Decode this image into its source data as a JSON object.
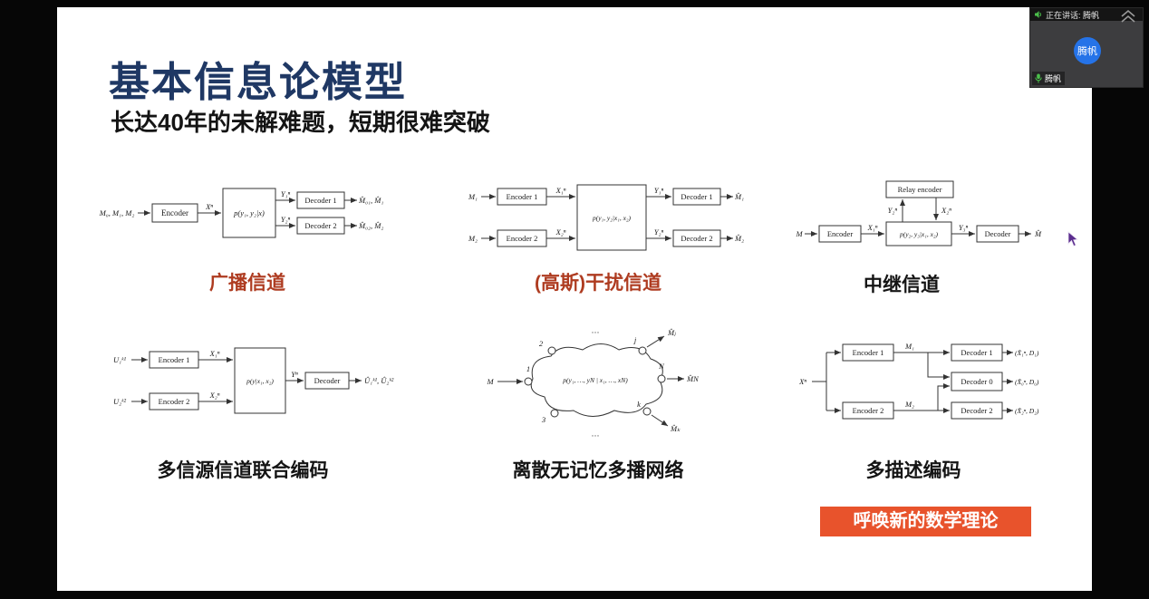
{
  "meeting": {
    "speaking_label": "正在讲话: 腾帆",
    "participant_name": "腾帆",
    "avatar_text": "腾帆"
  },
  "slide": {
    "title": "基本信息论模型",
    "subtitle": "长达40年的未解难题，短期很难突破",
    "banner": "呼唤新的数学理论"
  },
  "labels": {
    "broadcast": "广播信道",
    "interference": "(高斯)干扰信道",
    "relay": "中继信道",
    "multisource": "多信源信道联合编码",
    "multicast": "离散无记忆多播网络",
    "multidesc": "多描述编码"
  },
  "diagrams": {
    "broadcast": {
      "in": "M₀, M₁, M₂",
      "enc": "Encoder",
      "x": "Xⁿ",
      "ch": "p(y₁, y₂|x)",
      "y1": "Y₁ⁿ",
      "y2": "Y₂ⁿ",
      "dec1": "Decoder 1",
      "dec2": "Decoder 2",
      "out1": "M̂₀₁, M̂₁",
      "out2": "M̂₀₂, M̂₂"
    },
    "interference": {
      "in1": "M₁",
      "in2": "M₂",
      "enc1": "Encoder 1",
      "enc2": "Encoder 2",
      "x1": "X₁ⁿ",
      "x2": "X₂ⁿ",
      "ch": "p(y₁, y₂|x₁, x₂)",
      "y1": "Y₁ⁿ",
      "y2": "Y₂ⁿ",
      "dec1": "Decoder 1",
      "dec2": "Decoder 2",
      "out1": "M̂₁",
      "out2": "M̂₂"
    },
    "relay": {
      "relay": "Relay encoder",
      "y2": "Y₂ⁿ",
      "x2": "X₂ⁿ",
      "in": "M",
      "enc": "Encoder",
      "x1": "X₁ⁿ",
      "ch": "p(y₂, y₃|x₁, x₂)",
      "y3": "Y₃ⁿ",
      "dec": "Decoder",
      "out": "M̂"
    },
    "multisource": {
      "in1": "U₁ᵏ¹",
      "in2": "U₂ᵏ²",
      "enc1": "Encoder 1",
      "enc2": "Encoder 2",
      "x1": "X₁ⁿ",
      "x2": "X₂ⁿ",
      "ch": "p(y|x₁, x₂)",
      "y": "Yⁿ",
      "dec": "Decoder",
      "out": "Û₁ᵏ¹, Û₂ᵏ²"
    },
    "multicast": {
      "in": "M",
      "ch": "p(y₁, …, yN | x₁, …, xN)",
      "n1": "1",
      "n2": "2",
      "n3": "3",
      "nj": "j",
      "nN": "N",
      "nk": "k",
      "outj": "M̂ⱼ",
      "outN": "M̂N",
      "outk": "M̂ₖ",
      "dots_top": "···",
      "dots_bottom": "···"
    },
    "multidesc": {
      "in": "Xⁿ",
      "enc1": "Encoder 1",
      "enc2": "Encoder 2",
      "m1": "M₁",
      "m2": "M₂",
      "dec1": "Decoder 1",
      "dec0": "Decoder 0",
      "dec2": "Decoder 2",
      "out1": "(X̂₁ⁿ, D₁)",
      "out0": "(X̂₀ⁿ, D₀)",
      "out2": "(X̂₂ⁿ, D₂)"
    }
  },
  "icons": {
    "speaker-icon": "green speaker glyph",
    "mic-icon": "green microphone glyph",
    "collapse-icon": "double chevron up",
    "cursor": "purple pointer arrow"
  },
  "colors": {
    "title": "#1f3864",
    "highlight_label": "#ae3b20",
    "banner_bg": "#e8532c",
    "banner_text": "#ffffff",
    "avatar_blue": "#2573e8",
    "mic_green": "#4bbf4b",
    "slide_bg": "#ffffff",
    "screen_bg": "#060606"
  }
}
